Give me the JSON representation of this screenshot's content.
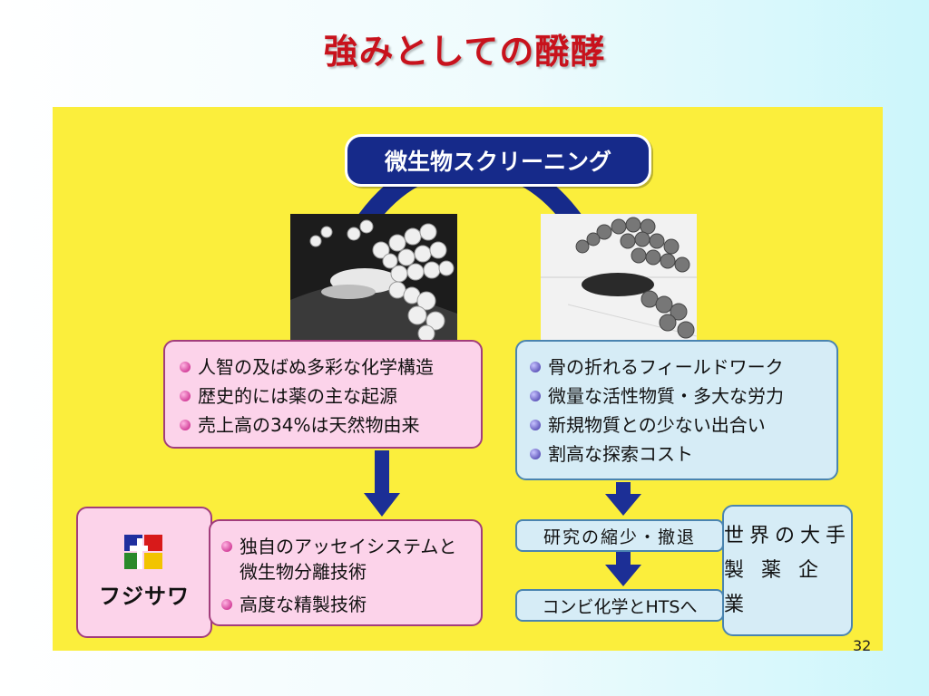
{
  "slide": {
    "title": "強みとしての醗酵",
    "page_number": "32"
  },
  "diagram": {
    "top_label": "微生物スクリーニング",
    "left_strengths": [
      "人智の及ばぬ多彩な化学構造",
      "歴史的には薬の主な起源",
      "売上高の34%は天然物由来"
    ],
    "right_challenges": [
      "骨の折れるフィールドワーク",
      "微量な活性物質・多大な労力",
      "新規物質との少ない出合い",
      "割高な探索コスト"
    ],
    "company_logo_text": "フジサワ",
    "company_strengths": [
      "独自のアッセイシステムと微生物分離技術",
      "高度な精製技術"
    ],
    "big_pharma_steps": [
      "研究の縮少・撤退",
      "コンビ化学とHTSへ"
    ],
    "big_pharma_label_line1": "世界の大手",
    "big_pharma_label_line2": "製 薬 企 業"
  },
  "colors": {
    "title_red": "#c8121c",
    "panel_yellow": "#fbee3c",
    "navy": "#162a8a",
    "pink_box": "#fcd3ea",
    "blue_box": "#d6ecf6"
  }
}
